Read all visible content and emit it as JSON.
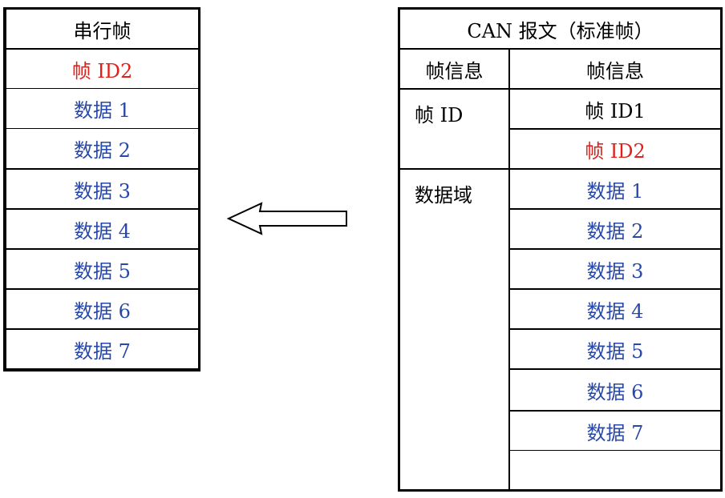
{
  "serial_frame": {
    "title": "串行帧",
    "rows": [
      {
        "text": "帧 ID2",
        "color": "red"
      },
      {
        "text": "数据 1",
        "color": "blue"
      },
      {
        "text": "数据 2",
        "color": "blue"
      },
      {
        "text": "数据 3",
        "color": "blue"
      },
      {
        "text": "数据 4",
        "color": "blue"
      },
      {
        "text": "数据 5",
        "color": "blue"
      },
      {
        "text": "数据 6",
        "color": "blue"
      },
      {
        "text": "数据 7",
        "color": "blue"
      }
    ]
  },
  "can_frame": {
    "title": "CAN 报文（标准帧）",
    "header_left": "帧信息",
    "header_right": "帧信息",
    "group_frame_id": "帧 ID",
    "group_data": "数据域",
    "id_rows": [
      {
        "text": "帧 ID1",
        "color": "black"
      },
      {
        "text": "帧 ID2",
        "color": "red"
      }
    ],
    "data_rows": [
      {
        "text": "数据 1",
        "color": "blue"
      },
      {
        "text": "数据 2",
        "color": "blue"
      },
      {
        "text": "数据 3",
        "color": "blue"
      },
      {
        "text": "数据 4",
        "color": "blue"
      },
      {
        "text": "数据 5",
        "color": "blue"
      },
      {
        "text": "数据 6",
        "color": "blue"
      },
      {
        "text": "数据 7",
        "color": "blue"
      },
      {
        "text": "",
        "color": "blue"
      }
    ]
  },
  "colors": {
    "red": "#e0201b",
    "blue": "#2848a8",
    "black": "#000000"
  }
}
